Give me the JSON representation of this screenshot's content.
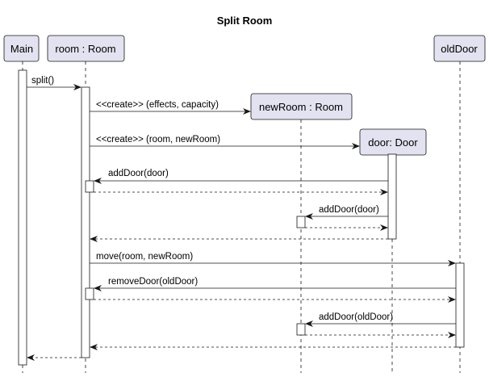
{
  "title": "Split Room",
  "participants": {
    "main": "Main",
    "room": "room : Room",
    "new_room": "newRoom : Room",
    "door": "door: Door",
    "old_door": "oldDoor"
  },
  "messages": {
    "split": "split()",
    "create_new_room": "<<create>> (effects, capacity)",
    "create_door": "<<create>> (room, newRoom)",
    "add_door_room": "addDoor(door)",
    "add_door_new_room": "addDoor(door)",
    "move": "move(room, newRoom)",
    "remove_door": "removeDoor(oldDoor)",
    "add_old_door_new_room": "addDoor(oldDoor)"
  },
  "colors": {
    "participant_fill": "#E2E2F0",
    "participant_stroke": "#181818",
    "lifeline": "#181818"
  }
}
